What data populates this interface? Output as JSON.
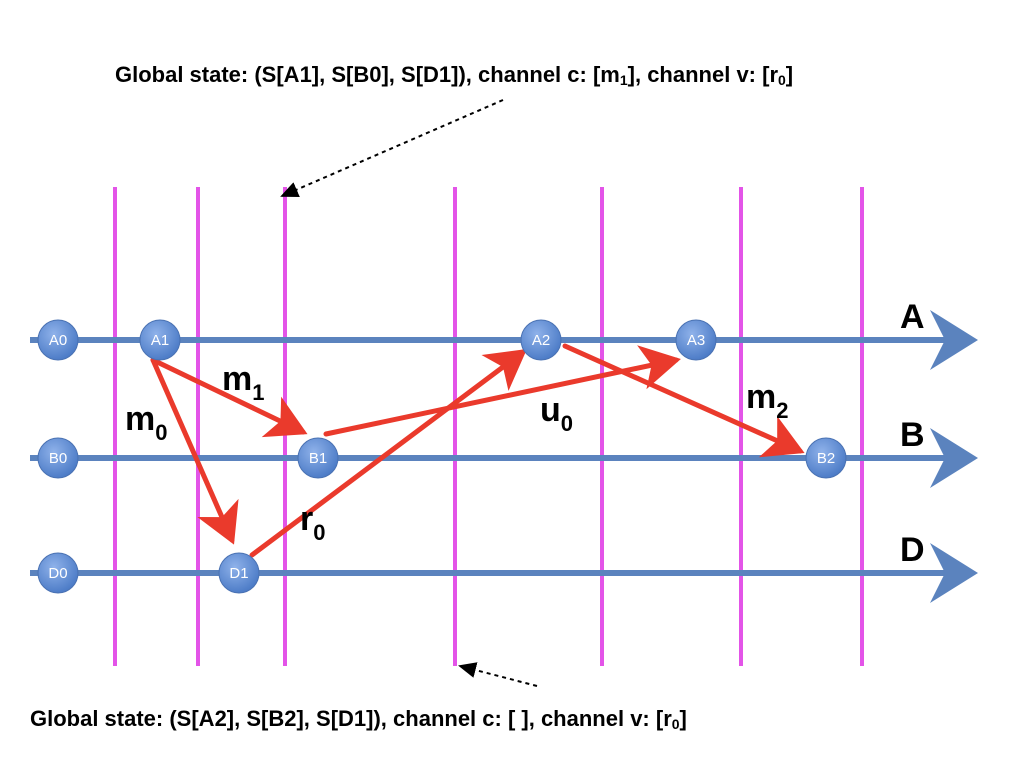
{
  "captions": {
    "top": {
      "prefix": "Global state: (S[A1], S[B0], S[D1]), channel c: [m",
      "sub": "1",
      "middle": "], channel v: [r",
      "sub2": "0",
      "suffix": "]"
    },
    "bottom": {
      "prefix": "Global state: (S[A2], S[B2], S[D1]), channel c: [ ], channel v: [r",
      "sub": "0",
      "suffix": "]"
    }
  },
  "processes": [
    {
      "id": "A",
      "label": "A"
    },
    {
      "id": "B",
      "label": "B"
    },
    {
      "id": "D",
      "label": "D"
    }
  ],
  "nodes": [
    {
      "id": "A0",
      "label": "A0",
      "process": "A"
    },
    {
      "id": "A1",
      "label": "A1",
      "process": "A"
    },
    {
      "id": "A2",
      "label": "A2",
      "process": "A"
    },
    {
      "id": "A3",
      "label": "A3",
      "process": "A"
    },
    {
      "id": "B0",
      "label": "B0",
      "process": "B"
    },
    {
      "id": "B1",
      "label": "B1",
      "process": "B"
    },
    {
      "id": "B2",
      "label": "B2",
      "process": "B"
    },
    {
      "id": "D0",
      "label": "D0",
      "process": "D"
    },
    {
      "id": "D1",
      "label": "D1",
      "process": "D"
    }
  ],
  "messages": [
    {
      "name": "m",
      "sub": "0",
      "from": "A1",
      "to": "D1"
    },
    {
      "name": "m",
      "sub": "1",
      "from": "A1",
      "to": "B1"
    },
    {
      "name": "r",
      "sub": "0",
      "from": "D1",
      "to": "A2"
    },
    {
      "name": "u",
      "sub": "0",
      "from": "B1",
      "to": "A3"
    },
    {
      "name": "m",
      "sub": "2",
      "from": "A2",
      "to": "B2"
    }
  ],
  "colors": {
    "timeline": "#5b83be",
    "node_fill": "#5a87cf",
    "message": "#ea3a2c",
    "cut": "#e354e8",
    "pointer": "#000000"
  }
}
